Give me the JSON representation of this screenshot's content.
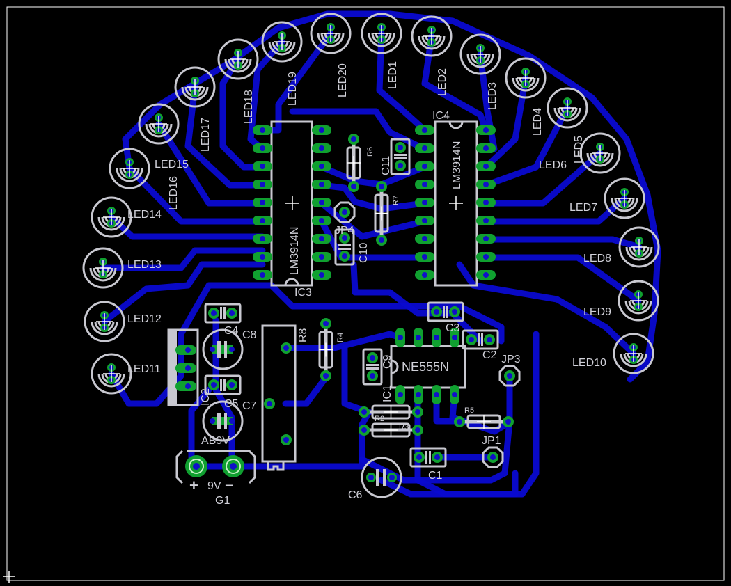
{
  "board": {
    "background": "#000000",
    "trace_color": "#0a0ad0",
    "pad_color": "#10a030",
    "silk_color": "#c8c8d0"
  },
  "leds": [
    "LED20",
    "LED1",
    "LED2",
    "LED3",
    "LED4",
    "LED5",
    "LED6",
    "LED7",
    "LED8",
    "LED9",
    "LED10",
    "LED11",
    "LED12",
    "LED13",
    "LED14",
    "LED15",
    "LED16",
    "LED17",
    "LED18",
    "LED19"
  ],
  "ics": {
    "ic3_name": "IC3",
    "ic3_value": "LM3914N",
    "ic4_name": "IC4",
    "ic4_value": "LM3914N",
    "ic555_name": "IC1",
    "ic555_value": "NE555N",
    "reg_name": "IC2"
  },
  "parts": {
    "r6": "R6",
    "r7": "R7",
    "c11": "C11",
    "c10": "C10",
    "jp4": "JP4",
    "c4": "C4",
    "c8": "C8",
    "c5": "C5",
    "c7": "C7",
    "r8": "R8",
    "r4": "R4",
    "c3": "C3",
    "c2": "C2",
    "c9": "C9",
    "jp3": "JP3",
    "r5": "R5",
    "r2": "R2",
    "r3": "R3",
    "jp1": "JP1",
    "c1": "C1",
    "c6": "C6",
    "ab9v": "AB9V",
    "g1": "G1",
    "g1_value": "9V",
    "plus": "+",
    "minus": "−"
  }
}
